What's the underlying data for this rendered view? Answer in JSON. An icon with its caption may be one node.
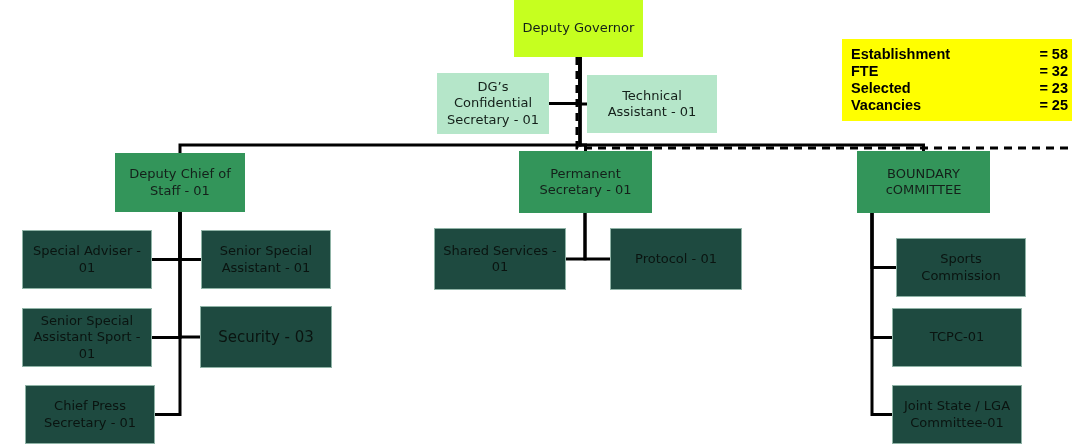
{
  "diagram": {
    "nodes": [
      {
        "text": [
          "Deputy Governor"
        ]
      },
      {
        "text": [
          "DG’s Confidential Secretary - 01"
        ]
      },
      {
        "text": [
          "Technical Assistant - 01"
        ]
      },
      {
        "text": [
          "Deputy Chief of Staff - 01"
        ]
      },
      {
        "text": [
          "Permanent Secretary - 01"
        ]
      },
      {
        "text": [
          "BOUNDARY cOMMITTEE"
        ]
      },
      {
        "text": [
          "Special Adviser - 01"
        ]
      },
      {
        "text": [
          "Senior Special Assistant - 01"
        ]
      },
      {
        "text": [
          "Senior Special Assistant Sport - 01"
        ]
      },
      {
        "text": [
          "Security - 03"
        ]
      },
      {
        "text": [
          "Chief Press Secretary - 01"
        ]
      },
      {
        "text": [
          "Shared Services - 01"
        ]
      },
      {
        "text": [
          "Protocol - 01"
        ]
      },
      {
        "text": [
          "Sports Commission"
        ]
      },
      {
        "text": [
          "TCPC-01"
        ]
      },
      {
        "text": [
          "Joint State / LGA Committee-01"
        ]
      },
      {
        "text": [
          "Establishment",
          "= 58",
          "FTE",
          "= 32",
          "Selected",
          "= 23",
          "Vacancies",
          "= 25"
        ]
      }
    ],
    "edges": [
      {
        "from": 0,
        "to": 1,
        "arrow": "none"
      },
      {
        "from": 0,
        "to": 2,
        "arrow": "none"
      },
      {
        "from": 0,
        "to": 3,
        "arrow": "none"
      },
      {
        "from": 0,
        "to": 4,
        "arrow": "none"
      },
      {
        "from": 0,
        "to": 5,
        "arrow": "none"
      },
      {
        "from": 0,
        "to": null,
        "arrow": "none",
        "style": "dashed"
      },
      {
        "from": 3,
        "to": 6,
        "arrow": "none"
      },
      {
        "from": 3,
        "to": 7,
        "arrow": "none"
      },
      {
        "from": 3,
        "to": 8,
        "arrow": "none"
      },
      {
        "from": 3,
        "to": 9,
        "arrow": "none"
      },
      {
        "from": 3,
        "to": 10,
        "arrow": "none"
      },
      {
        "from": 4,
        "to": 11,
        "arrow": "none"
      },
      {
        "from": 4,
        "to": 12,
        "arrow": "none"
      },
      {
        "from": 5,
        "to": 13,
        "arrow": "none"
      },
      {
        "from": 5,
        "to": 14,
        "arrow": "none"
      },
      {
        "from": 5,
        "to": 15,
        "arrow": "none"
      }
    ]
  }
}
